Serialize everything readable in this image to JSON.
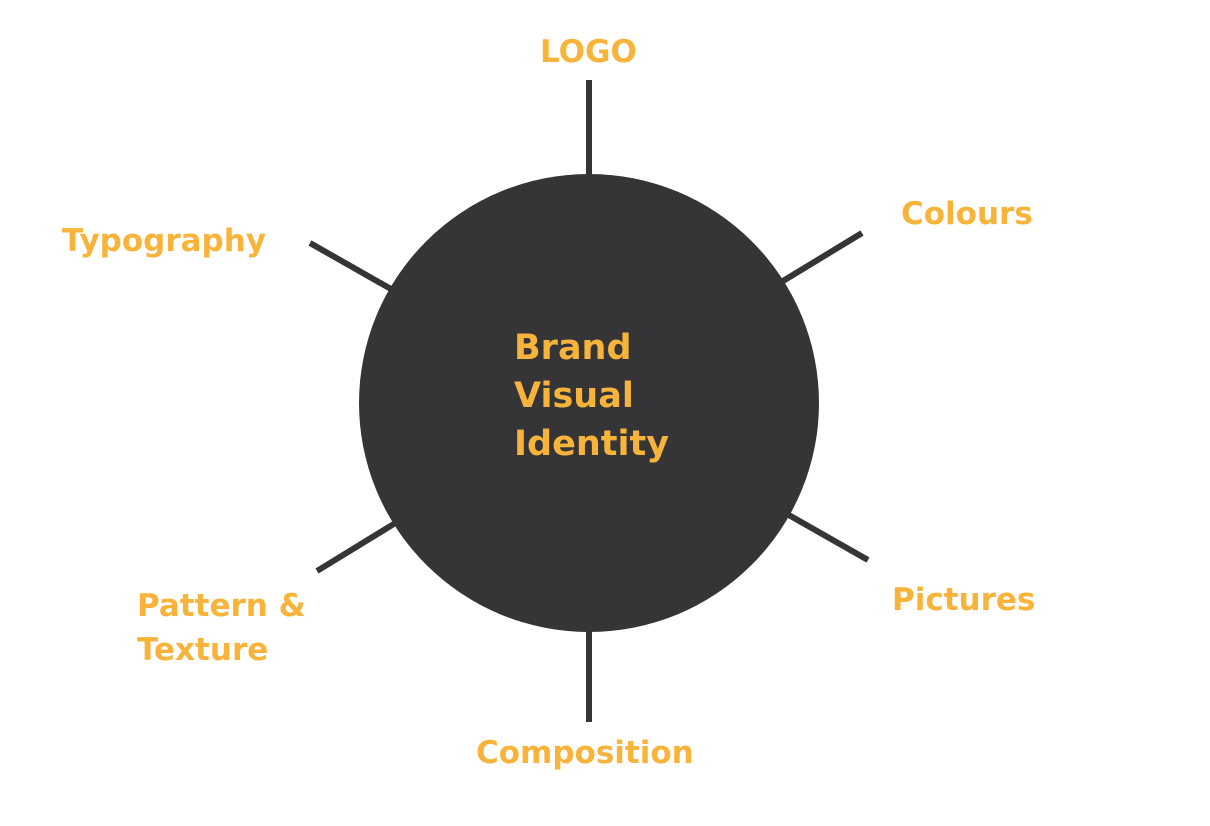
{
  "diagram": {
    "center": {
      "lines": [
        "Brand",
        "Visual",
        "Identity"
      ]
    },
    "nodes": {
      "logo": "LOGO",
      "colours": "Colours",
      "pictures": "Pictures",
      "composition": "Composition",
      "pattern_texture": [
        "Pattern &",
        "Texture"
      ],
      "typography": "Typography"
    }
  },
  "colors": {
    "hub": "#353538",
    "spokes": "#353538",
    "labels": "#f8b43a",
    "background": "#ffffff"
  }
}
